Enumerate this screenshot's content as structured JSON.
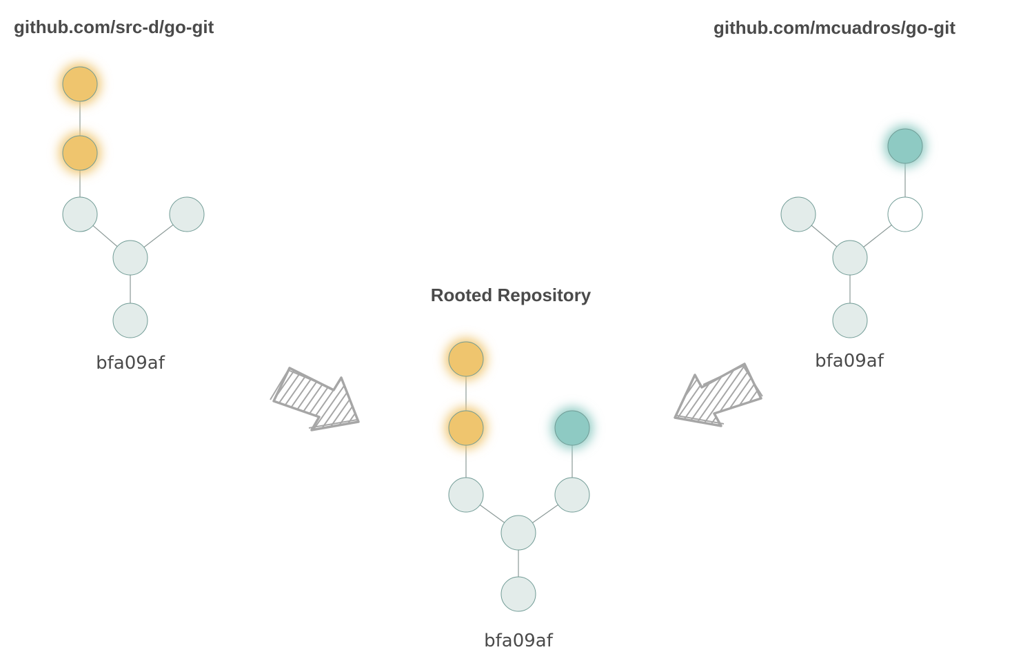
{
  "colors": {
    "commit_fill": "#e3ecea",
    "commit_stroke": "#6f9a94",
    "src_d_commit": "#efc56e",
    "mcuadros_commit": "#8ecac3",
    "empty_commit": "#ffffff",
    "edge": "#8a9896",
    "arrow": "#a6a6a6",
    "text": "#4a4a4a"
  },
  "repos": {
    "src_d": {
      "title": "github.com/src-d/go-git",
      "root_hash": "bfa09af"
    },
    "mcuadros": {
      "title": "github.com/mcuadros/go-git",
      "root_hash": "bfa09af"
    },
    "rooted": {
      "title": "Rooted Repository",
      "root_hash": "bfa09af"
    }
  },
  "arrows": [
    {
      "name": "arrow-from-src-d-icon"
    },
    {
      "name": "arrow-from-mcuadros-icon"
    }
  ]
}
